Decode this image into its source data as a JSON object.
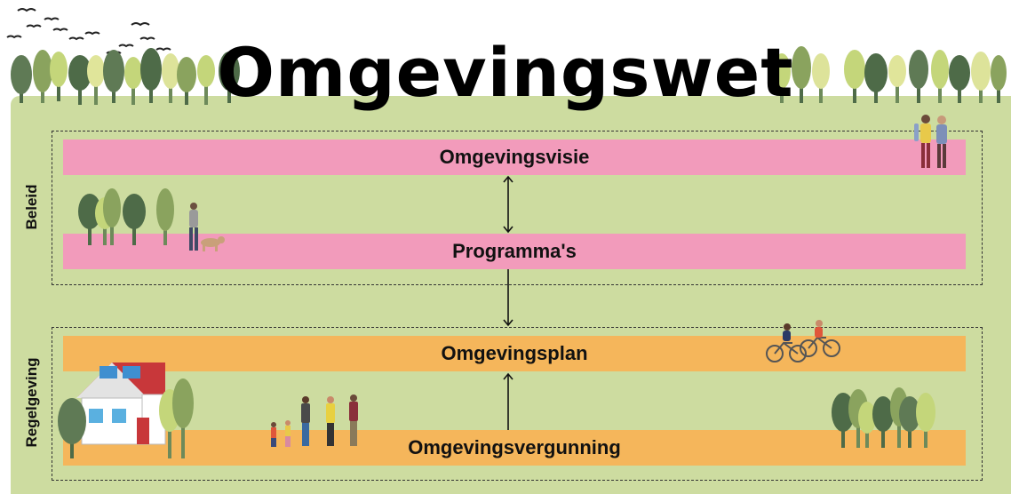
{
  "title": "Omgevingswet",
  "groups": [
    {
      "label": "Beleid",
      "items": [
        "Omgevingsvisie",
        "Programma's"
      ]
    },
    {
      "label": "Regelgeving",
      "items": [
        "Omgevingsplan",
        "Omgevingsvergunning"
      ]
    }
  ],
  "colors": {
    "field": "#cddca0",
    "policy_bar": "#f29bbb",
    "rules_bar": "#f5b65b",
    "tree_dark": "#4e6b48",
    "tree_light": "#c4d67a"
  },
  "icons": [
    "birds-icon",
    "tree-icon",
    "person-icon",
    "dog-icon",
    "house-icon",
    "solar-panel-icon",
    "bicycle-icon",
    "family-icon"
  ]
}
